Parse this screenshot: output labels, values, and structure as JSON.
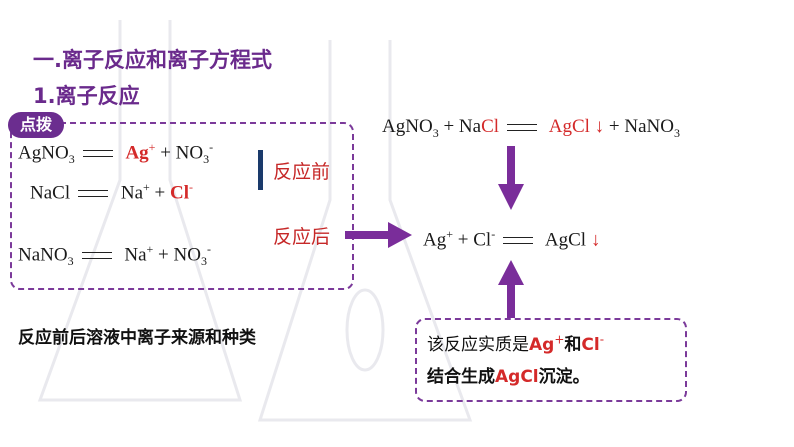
{
  "headings": {
    "section": "一.离子反应和离子方程式",
    "subsection": "1.离子反应"
  },
  "badge": "点拨",
  "left_box": {
    "eq1": {
      "lhs_a": "Ag",
      "lhs_b": "NO",
      "lhs_sub": "3",
      "ion1": "Ag",
      "ion1_sup": "+",
      "plus": "+ NO",
      "ion2_sub": "3",
      "ion2_sup": "-"
    },
    "eq2": {
      "lhs": "NaCl",
      "ion1": "Na",
      "ion1_sup": "+",
      "plus": "+",
      "ion2": "Cl",
      "ion2_sup": "-"
    },
    "eq3": {
      "lhs": "NaNO",
      "lhs_sub": "3",
      "ion1": "Na",
      "ion1_sup": "+",
      "plus": "+ NO",
      "ion2_sub": "3",
      "ion2_sup": "-"
    }
  },
  "labels": {
    "before": "反应前",
    "after": "反应后"
  },
  "right": {
    "full_eq": {
      "ag": "Ag",
      "no": "NO",
      "no_sub": "3",
      "plus1": "+ Na",
      "cl": "Cl",
      "prod": "AgCl",
      "down": "↓",
      "plus2": "+ NaNO",
      "prod_sub": "3"
    },
    "ionic_eq": {
      "ag": "Ag",
      "ag_sup": "+",
      "plus": "+ Cl",
      "cl_sup": "-",
      "prod": "AgCl",
      "down": "↓"
    }
  },
  "footnote": "反应前后溶液中离子来源和种类",
  "note": {
    "line1_a": "该反应实质是",
    "line1_ag": "Ag",
    "line1_ag_sup": "+",
    "line1_and": "和",
    "line1_cl": "Cl",
    "line1_cl_sup": "-",
    "line2_a": "结合生成",
    "line2_agcl": "AgCl",
    "line2_b": "沉淀。"
  },
  "colors": {
    "accent": "#6b2d8f",
    "red": "#d42a2a",
    "arrow": "#7a2d9a"
  }
}
